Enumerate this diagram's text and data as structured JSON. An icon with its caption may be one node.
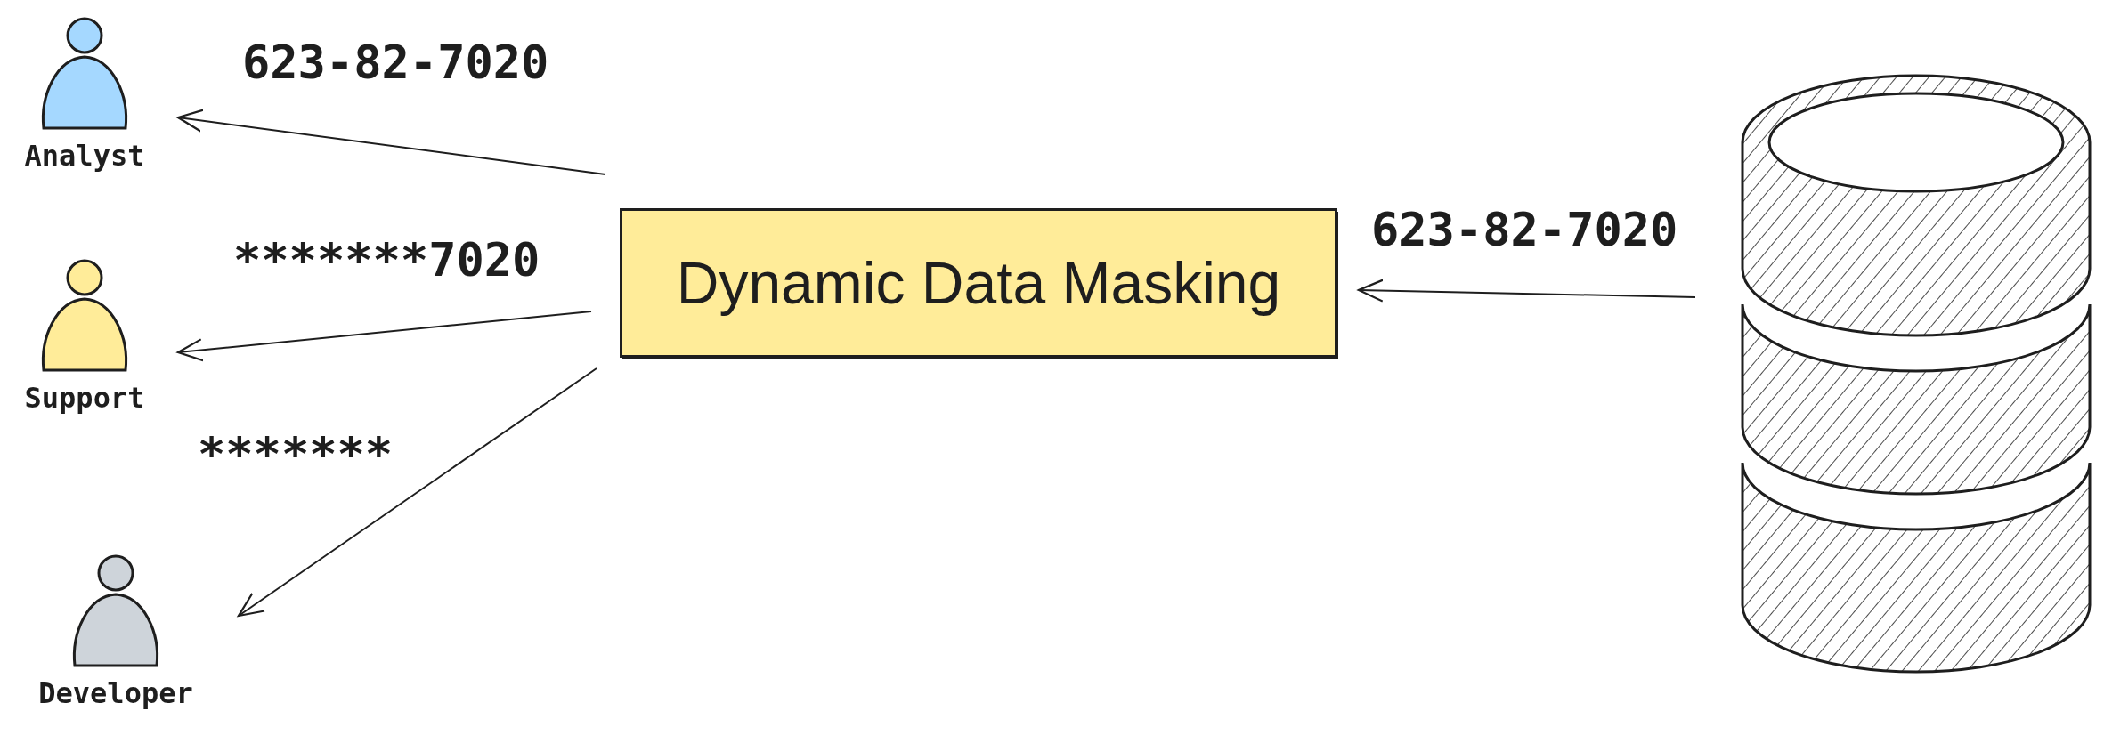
{
  "diagram": {
    "nodes": [
      {
        "text": [
          "Analyst"
        ]
      },
      {
        "text": [
          "Support"
        ]
      },
      {
        "text": [
          "Developer"
        ]
      },
      {
        "text": [
          "Dynamic Data Masking"
        ]
      },
      {
        "text": [],
        "shape": "cylinder"
      }
    ],
    "edges": [
      {
        "from": 3,
        "to": 0,
        "arrow": "to",
        "label": "623-82-7020"
      },
      {
        "from": 3,
        "to": 1,
        "arrow": "to",
        "label": "*******7020"
      },
      {
        "from": 3,
        "to": 2,
        "arrow": "to",
        "label": "*******"
      },
      {
        "from": 4,
        "to": 3,
        "arrow": "to",
        "label": "623-82-7020"
      }
    ]
  }
}
